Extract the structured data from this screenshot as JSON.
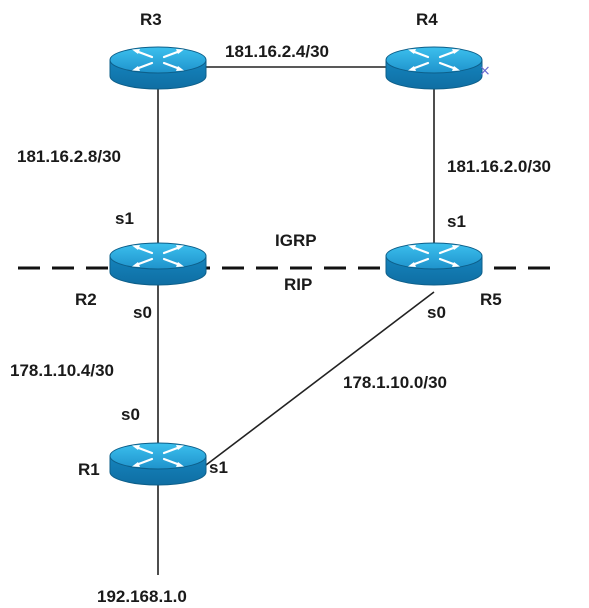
{
  "colors": {
    "router_top": "#27a7d9",
    "router_side": "#147fb6",
    "router_outline": "#0d5f8a",
    "arrow": "#ffffff",
    "line": "#222222",
    "text": "#1a1a1a"
  },
  "routers": {
    "r1": "R1",
    "r2": "R2",
    "r3": "R3",
    "r4": "R4",
    "r5": "R5"
  },
  "links": {
    "r3_r4": "181.16.2.4/30",
    "r3_r2": "181.16.2.8/30",
    "r4_r5": "181.16.2.0/30",
    "r2_r1": "178.1.10.4/30",
    "r5_r1": "178.1.10.0/30",
    "r1_lan": "192.168.1.0"
  },
  "interfaces": {
    "r2_top": "s1",
    "r2_bottom": "s0",
    "r5_top": "s1",
    "r5_bottom": "s0",
    "r1_top": "s0",
    "r1_right": "s1"
  },
  "protocols": {
    "upper": "IGRP",
    "lower": "RIP"
  },
  "marker": "×"
}
